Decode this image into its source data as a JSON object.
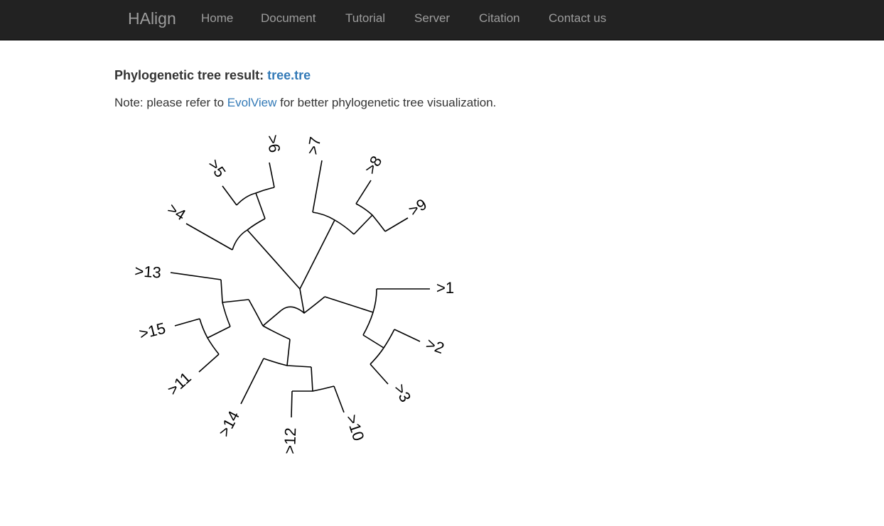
{
  "navbar": {
    "brand": "HAlign",
    "links": [
      "Home",
      "Document",
      "Tutorial",
      "Server",
      "Citation",
      "Contact us"
    ]
  },
  "result": {
    "heading_prefix": "Phylogenetic tree result:",
    "file_link": "tree.tre",
    "note_prefix": "Note: please refer to ",
    "note_link": "EvolView",
    "note_suffix": " for better phylogenetic tree visualization."
  },
  "tree": {
    "leaf_labels": [
      ">1",
      ">2",
      ">3",
      ">4",
      ">5",
      ">6",
      ">7",
      ">8",
      ">9",
      ">10",
      ">11",
      ">12",
      ">13",
      ">14",
      ">15"
    ]
  },
  "colors": {
    "navbar_bg": "#222222",
    "nav_text": "#9d9d9d",
    "link": "#337ab7",
    "body_text": "#333333"
  }
}
